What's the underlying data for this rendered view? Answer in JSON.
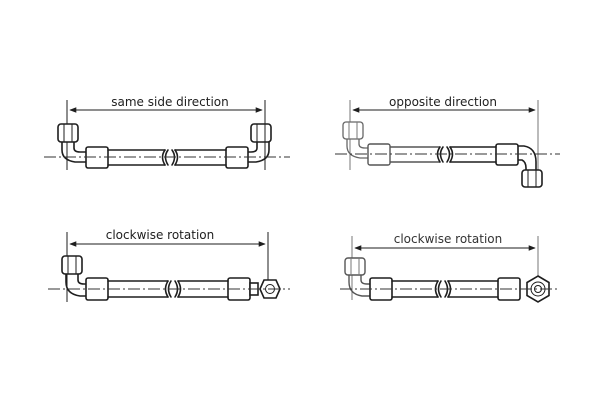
{
  "diagrams": [
    {
      "label": "same side direction"
    },
    {
      "label": "opposite direction"
    },
    {
      "label": "clockwise rotation"
    },
    {
      "label": "clockwise rotation"
    }
  ]
}
